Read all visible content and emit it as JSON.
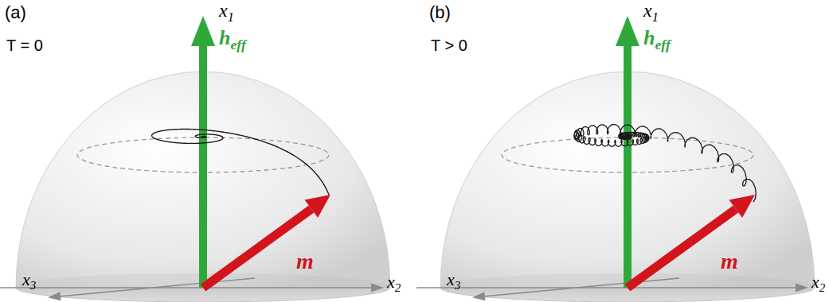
{
  "diagram": {
    "labels": [
      "(a)",
      "x1",
      "heff",
      "T = 0",
      "m",
      "x2",
      "x3",
      "(b)",
      "x1",
      "heff",
      "T > 0",
      "m",
      "x2",
      "x3"
    ]
  }
}
